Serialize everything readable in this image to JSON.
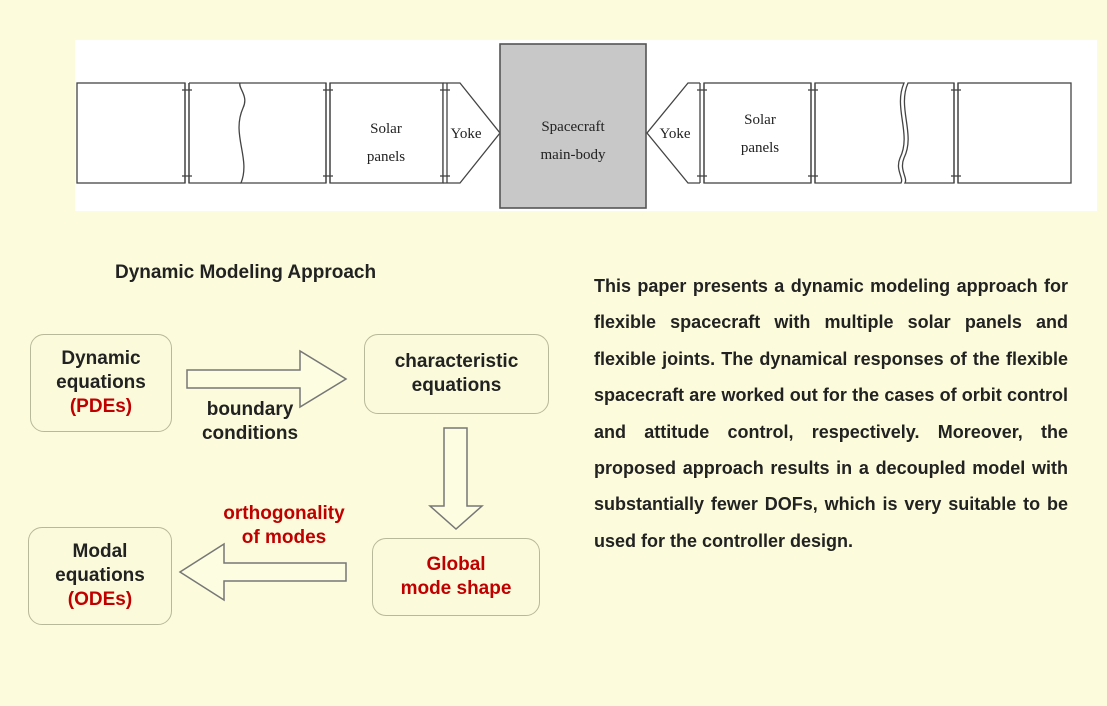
{
  "diagram": {
    "labels": {
      "solar_panels_left": [
        "Solar",
        "panels"
      ],
      "yoke_left": "Yoke",
      "main_body": [
        "Spacecraft",
        "main-body"
      ],
      "yoke_right": "Yoke",
      "solar_panels_right": [
        "Solar",
        "panels"
      ]
    }
  },
  "flow": {
    "title": "Dynamic Modeling Approach",
    "dynamic_eq": {
      "line1": "Dynamic",
      "line2": "equations",
      "line3": "(PDEs)"
    },
    "characteristic_eq": {
      "line1": "characteristic",
      "line2": "equations"
    },
    "global_mode": {
      "line1": "Global",
      "line2": "mode shape"
    },
    "modal_eq": {
      "line1": "Modal",
      "line2": "equations",
      "line3": "(ODEs)"
    },
    "boundary": {
      "line1": "boundary",
      "line2": "conditions"
    },
    "orthogonality": {
      "line1": "orthogonality",
      "line2": "of modes"
    }
  },
  "paragraph": "This paper presents a dynamic modeling approach for flexible spacecraft with multiple solar panels and flexible joints. The dynamical responses of the flexible spacecraft are worked out for the cases of orbit control and attitude control, respectively. Moreover, the proposed approach results in a decoupled model with substantially fewer DOFs, which is very suitable to be used for the controller design.",
  "colors": {
    "background": "#fcfcdc",
    "accent_red": "#c00000",
    "main_body_fill": "#c8c8c8"
  }
}
